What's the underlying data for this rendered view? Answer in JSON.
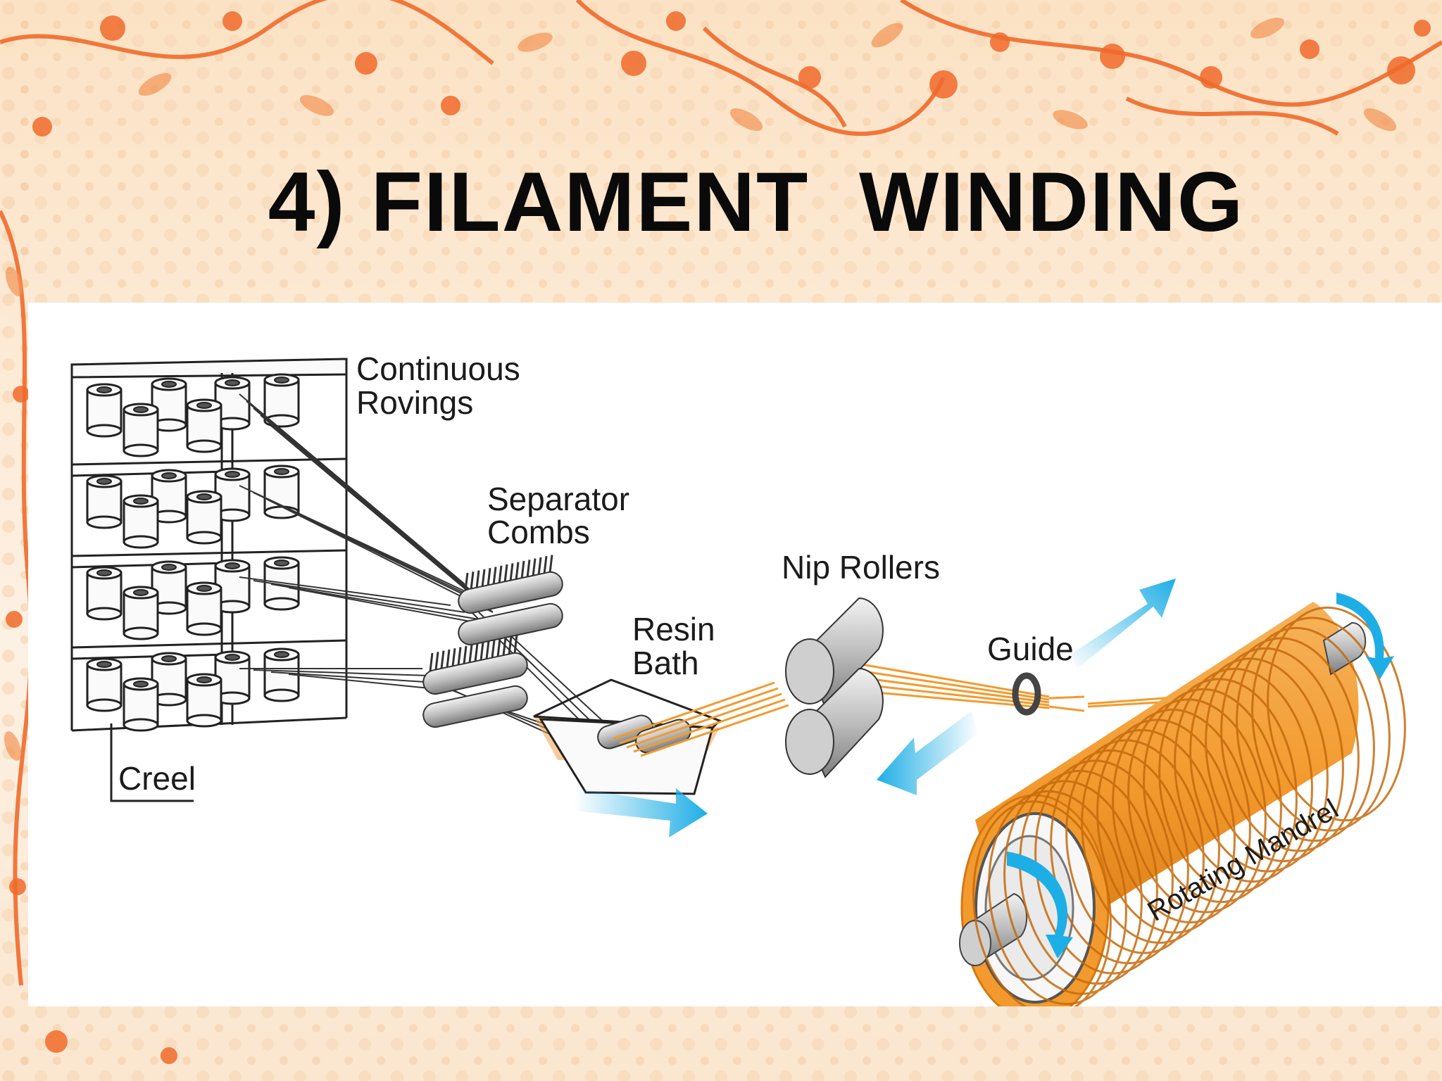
{
  "slide": {
    "title": "4) FILAMENT  WINDING"
  },
  "diagram": {
    "labels": {
      "continuous_rovings_1": "Continuous",
      "continuous_rovings_2": "Rovings",
      "separator_combs_1": "Separator",
      "separator_combs_2": "Combs",
      "nip_rollers": "Nip Rollers",
      "resin_bath_1": "Resin",
      "resin_bath_2": "Bath",
      "guide": "Guide",
      "creel": "Creel",
      "rotating_mandrel": "Rotating Mandrel"
    }
  },
  "colors": {
    "fiber_orange": "#f39a2e",
    "arrow_blue": "#1eaee6",
    "flower_orange": "#f06a2a",
    "background_peach": "#fbe9d6"
  },
  "icons": [
    "flower-vine-decoration",
    "flow-arrow-icon",
    "rotation-arrow-icon"
  ]
}
